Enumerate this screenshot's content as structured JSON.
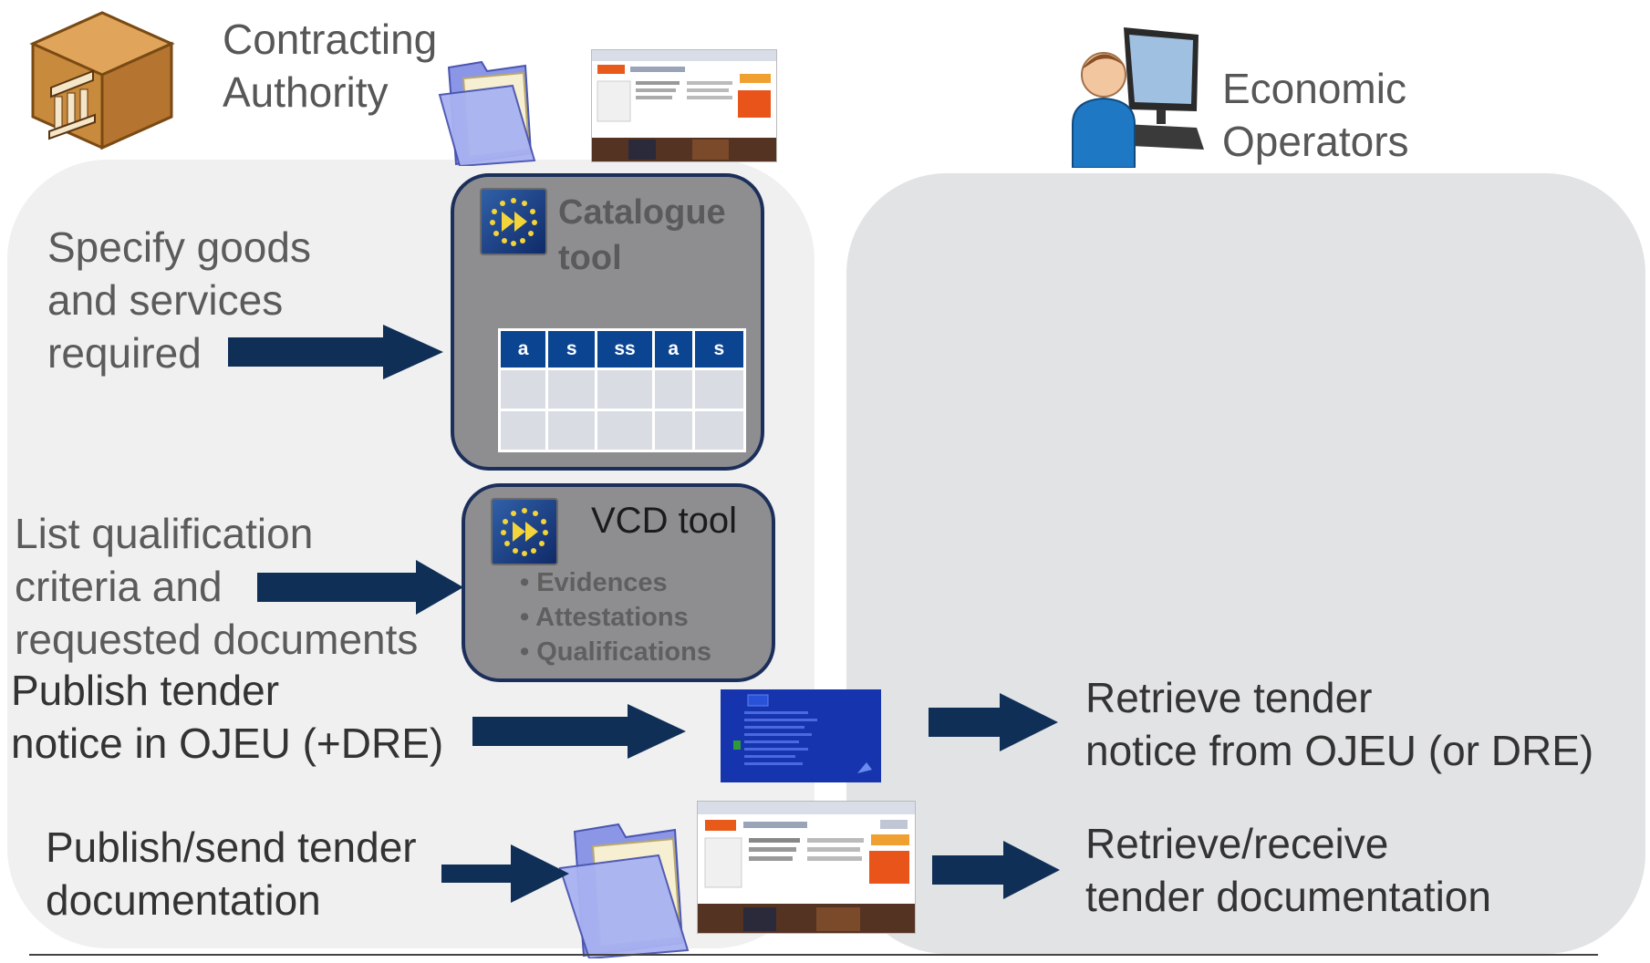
{
  "actors": {
    "contracting_authority": "Contracting\nAuthority",
    "economic_operators": "Economic\nOperators"
  },
  "steps": {
    "specify": "Specify goods\nand services\nrequired",
    "list_criteria": "List qualification\ncriteria and\nrequested documents",
    "publish_notice": "Publish tender\nnotice in OJEU (+DRE)",
    "publish_docs": "Publish/send  tender\ndocumentation",
    "retrieve_notice": "Retrieve tender\nnotice from OJEU (or DRE)",
    "retrieve_docs": "Retrieve/receive\ntender documentation"
  },
  "catalogue_tool": {
    "title": "Catalogue\ntool",
    "columns": [
      "a",
      "s",
      "ss",
      "a",
      "s"
    ]
  },
  "vcd_tool": {
    "title": "VCD tool",
    "items": [
      "• Evidences",
      "• Attestations",
      "• Qualifications"
    ]
  },
  "colors": {
    "arrow": "#0f2f57",
    "tool_bg": "#8e8e90",
    "tool_border": "#1c2f5a",
    "table_header": "#0b4592"
  },
  "icons": [
    "building-box-icon",
    "folder-icon",
    "webpage-thumbnail-icon",
    "user-computer-icon",
    "eu-tool-icon",
    "ojeu-screenshot-icon"
  ]
}
